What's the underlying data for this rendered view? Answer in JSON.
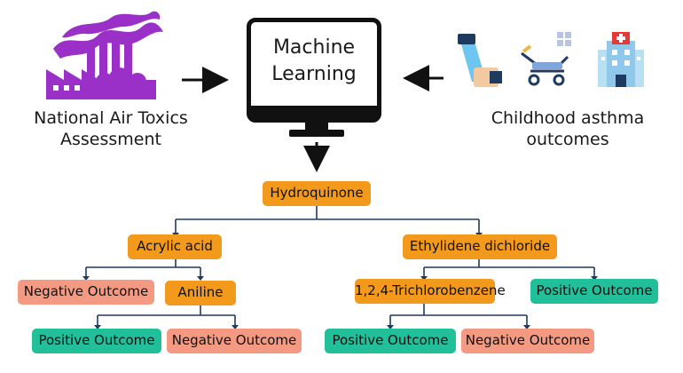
{
  "monitor": {
    "line1": "Machine",
    "line2": "Learning"
  },
  "left_source": {
    "line1": "National Air Toxics",
    "line2": "Assessment",
    "icon": "factory-pollution-icon"
  },
  "right_source": {
    "line1": "Childhood asthma",
    "line2": "outcomes",
    "icons": [
      "inhaler-icon",
      "nebulizer-icon",
      "hospital-icon"
    ]
  },
  "colors": {
    "feature": "#f39a1d",
    "negative": "#f59a82",
    "positive": "#21bf9a",
    "factory": "#9b30c8"
  },
  "tree": {
    "root": "Hydroquinone",
    "left": "Acrylic acid",
    "right": "Ethylidene dichloride",
    "left_left": "Negative Outcome",
    "left_right": "Aniline",
    "aniline_left": "Positive Outcome",
    "aniline_right": "Negative Outcome",
    "right_left": "1,2,4-Trichlorobenzene",
    "right_right": "Positive Outcome",
    "tcb_left": "Positive Outcome",
    "tcb_right": "Negative Outcome"
  }
}
